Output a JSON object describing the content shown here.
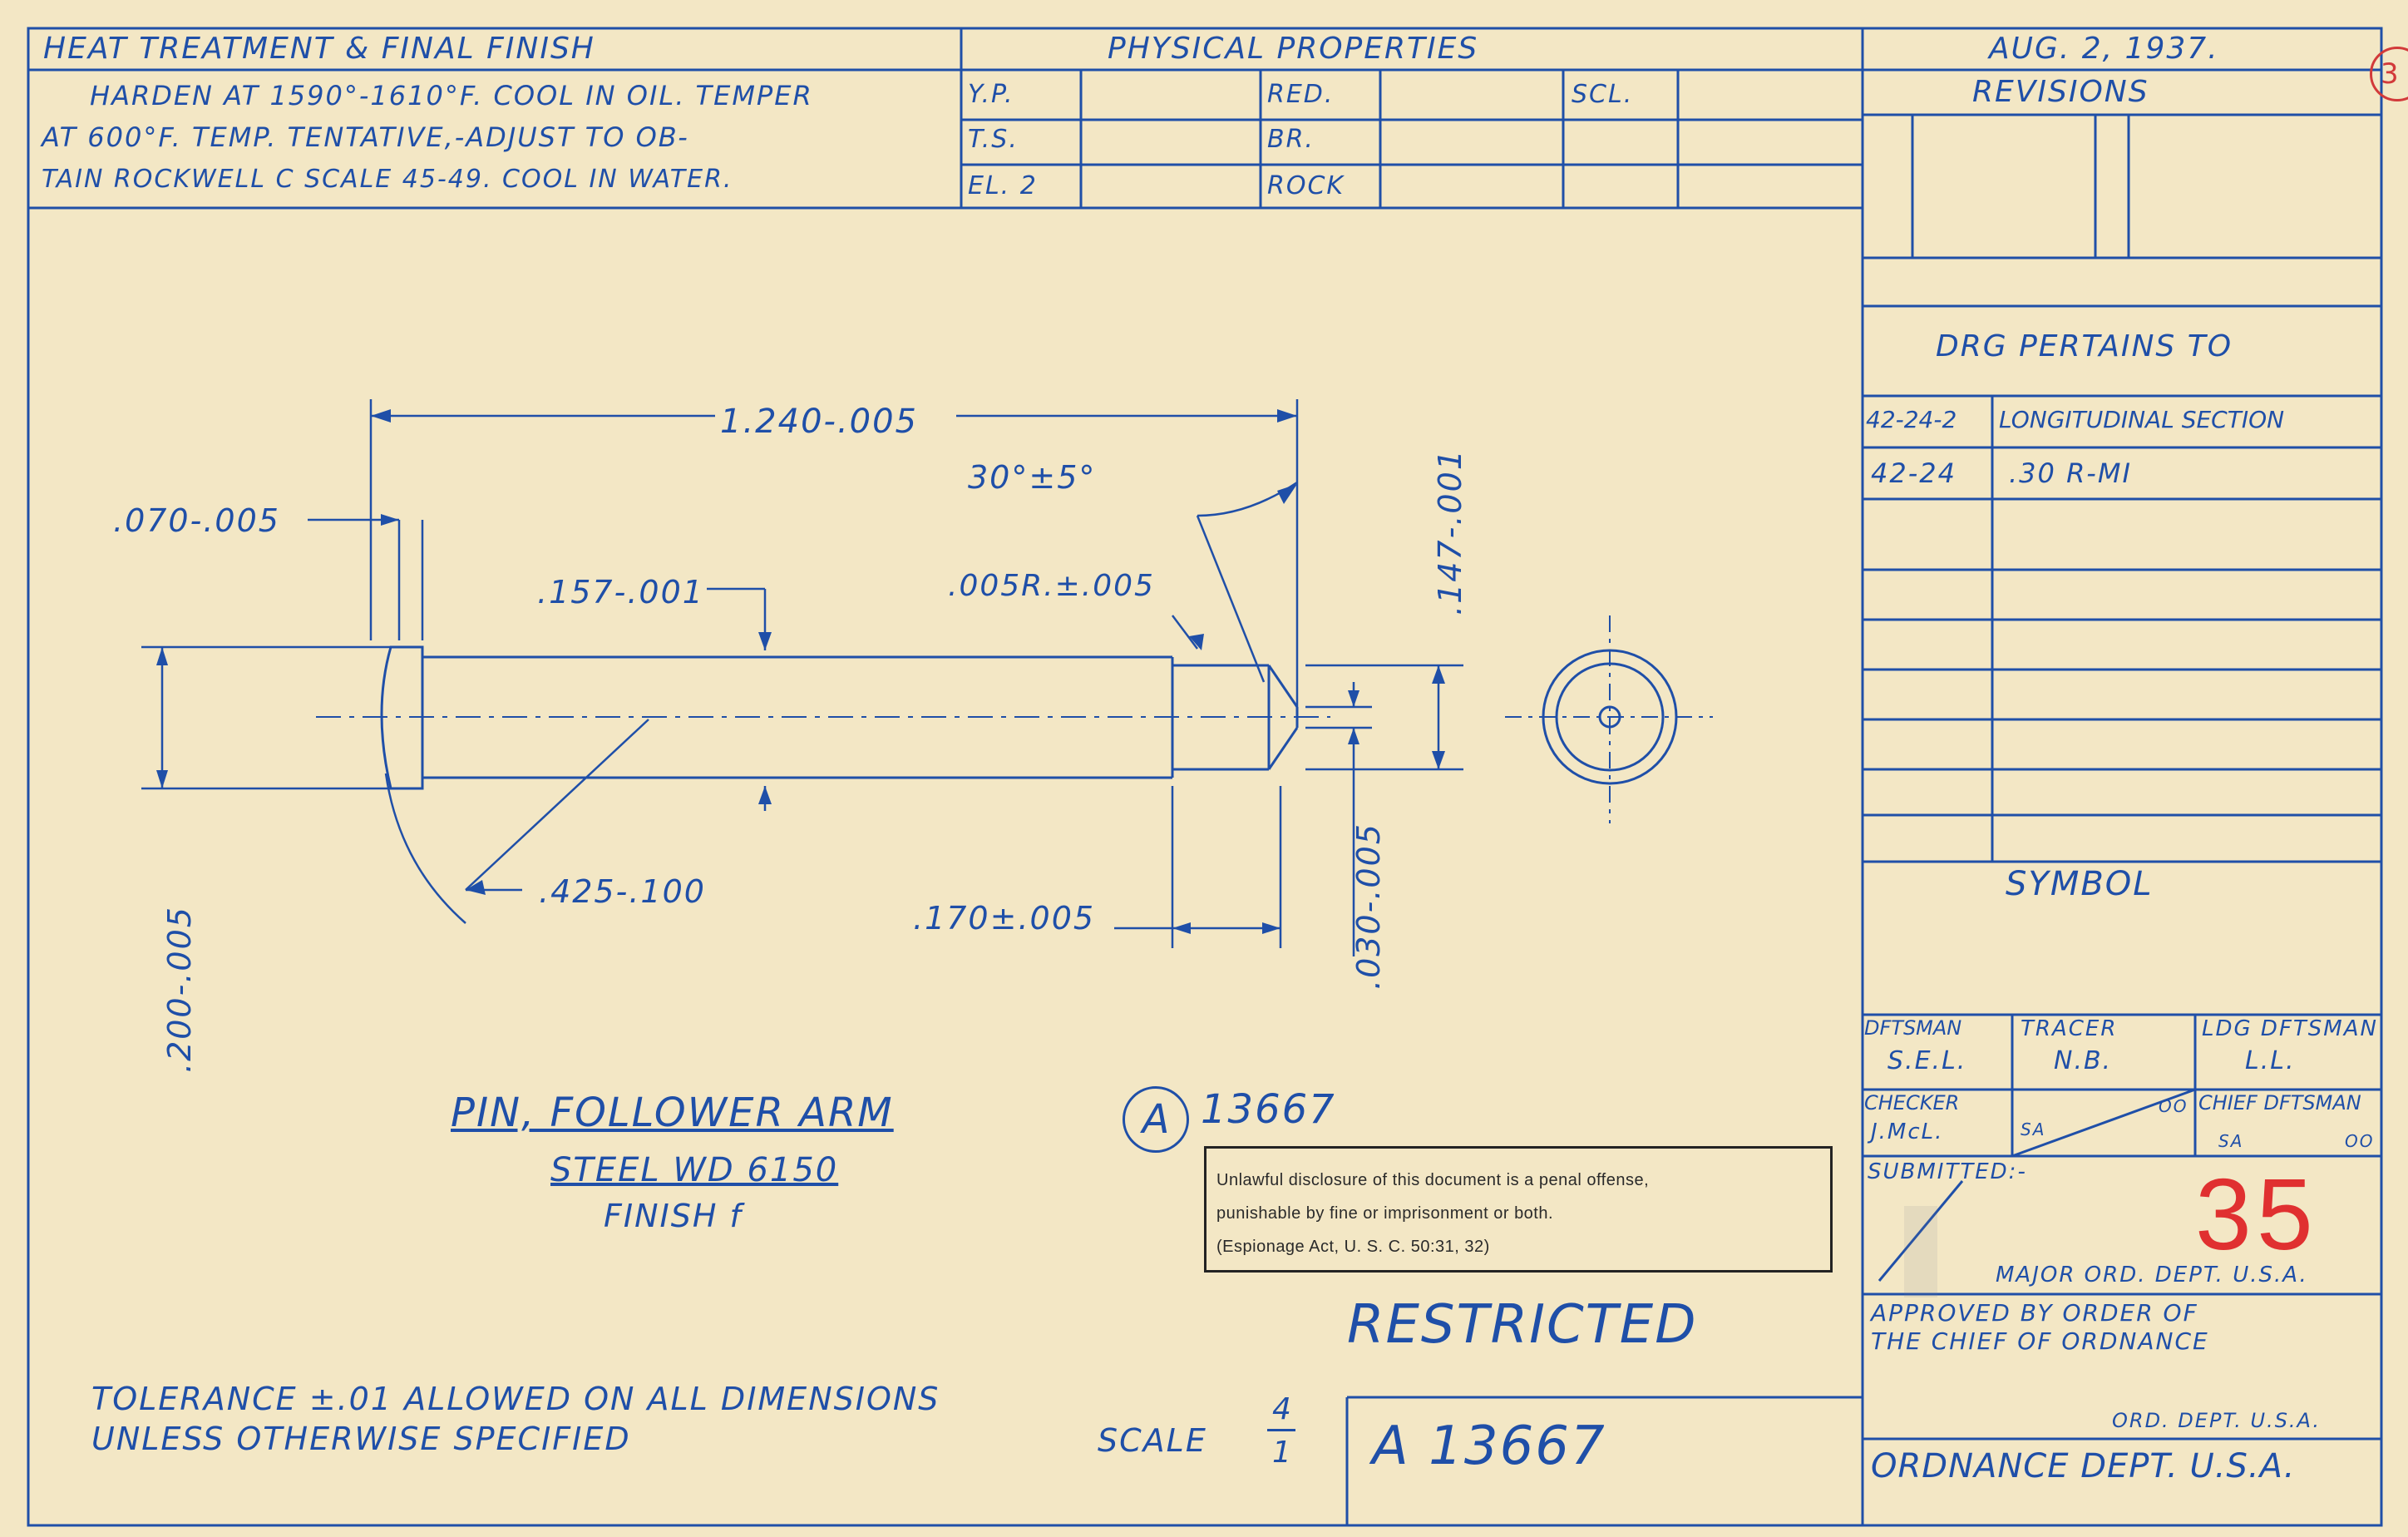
{
  "heat_treatment": {
    "header": "HEAT TREATMENT & FINAL FINISH",
    "line1": "HARDEN AT 1590°-1610°F.  COOL IN OIL. TEMPER",
    "line2": "AT 600°F.  TEMP. TENTATIVE,-ADJUST TO OB-",
    "line3": "TAIN ROCKWELL C SCALE 45-49.  COOL IN WATER."
  },
  "physical_properties": {
    "header": "PHYSICAL PROPERTIES",
    "yp": "Y.P.",
    "ts": "T.S.",
    "el": "EL. 2",
    "red": "RED.",
    "br": "BR.",
    "rock": "ROCK",
    "scl": "SCL."
  },
  "date": "AUG. 2, 1937.",
  "revisions_label": "REVISIONS",
  "pertains": {
    "header": "DRG PERTAINS TO",
    "rows": [
      {
        "code": "42-24-2",
        "desc": "LONGITUDINAL SECTION"
      },
      {
        "code": "42-24",
        "desc": ".30 R-MI"
      }
    ]
  },
  "symbol_label": "SYMBOL",
  "signatures": {
    "dftsman_label": "DFTSMAN",
    "dftsman_initials": "S.E.L.",
    "tracer_label": "TRACER",
    "tracer_initials": "N.B.",
    "ldg_label": "LDG DFTSMAN",
    "ldg_initials": "L.L.",
    "checker_label": "CHECKER",
    "checker_initials": "J.McL.",
    "sa_left": "SA",
    "oo_left": "OO",
    "chief_label": "CHIEF DFTSMAN",
    "sa_right": "SA",
    "oo_right": "OO",
    "submitted": "SUBMITTED:-",
    "major": "MAJOR ORD. DEPT. U.S.A.",
    "approved1": "APPROVED BY ORDER OF",
    "approved2": "THE CHIEF OF ORDNANCE",
    "ord_dept_small": "ORD. DEPT. U.S.A.",
    "ordnance": "ORDNANCE DEPT. U.S.A."
  },
  "mark": "35",
  "circled_mark": "3",
  "dimensions": {
    "overall": "1.240-.005",
    "head": ".070-.005",
    "angle": "30°±5°",
    "shank": ".157-.001",
    "radius": ".005R.±.005",
    "tip": ".147-.001",
    "arc": ".425-.100",
    "chamfer": ".170±.005",
    "point": ".030-.005",
    "head_dia": ".200-.005"
  },
  "title": {
    "name": "PIN, FOLLOWER ARM",
    "circle": "A",
    "number": "13667",
    "material": "STEEL WD 6150",
    "finish": "FINISH f"
  },
  "notice": {
    "line1": "Unlawful disclosure of this document is a penal offense,",
    "line2": "punishable by fine or imprisonment or both.",
    "line3": "(Espionage Act, U. S. C. 50:31, 32)"
  },
  "restricted": "RESTRICTED",
  "tolerance": {
    "line1": "TOLERANCE ±.01 ALLOWED ON ALL DIMENSIONS",
    "line2": "UNLESS OTHERWISE SPECIFIED"
  },
  "scale": {
    "label": "SCALE",
    "num": "4",
    "den": "1"
  },
  "drawing_number": "A 13667",
  "colors": {
    "paper": "#f3e7c5",
    "ink": "#1f4fa8",
    "stamp_red": "#e03030"
  }
}
